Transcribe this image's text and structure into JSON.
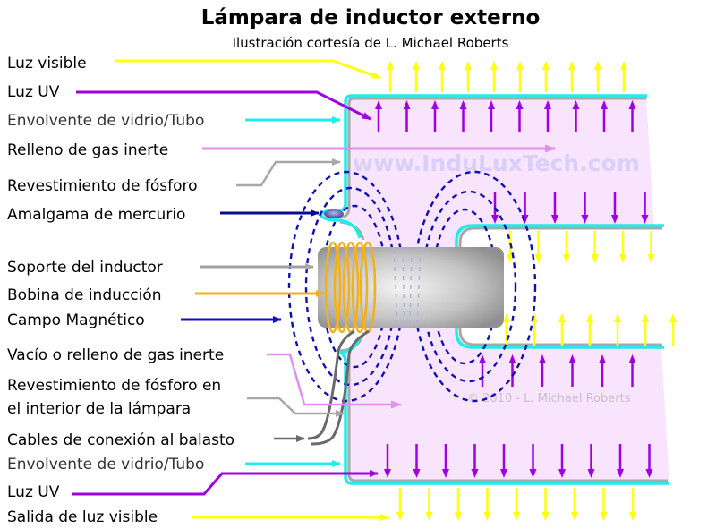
{
  "header": {
    "title": "Lámpara de inductor externo",
    "subtitle": "Ilustración cortesía de L. Michael Roberts"
  },
  "watermarks": {
    "website": "www.InduLuxTech.com",
    "copyright": "© 2010 - L. Michael Roberts"
  },
  "labels": [
    {
      "id": "visible-light",
      "text": "Luz visible",
      "color": "#ffff00"
    },
    {
      "id": "uv-light",
      "text": "Luz UV",
      "color": "#a000e0"
    },
    {
      "id": "glass-envelope",
      "text": "Envolvente de vidrio/Tubo",
      "color": "#20f0f0"
    },
    {
      "id": "inert-gas-fill",
      "text": "Relleno de gas inerte",
      "color": "#e090f0"
    },
    {
      "id": "phosphor-coating",
      "text": "Revestimiento de fósforo",
      "color": "#b0b0b0"
    },
    {
      "id": "mercury-amalgam",
      "text": "Amalgama de mercurio",
      "color": "#0a0a90"
    },
    {
      "id": "inductor-support",
      "text": "Soporte del inductor",
      "color": "#a0a0a0"
    },
    {
      "id": "induction-coil",
      "text": "Bobina de inducción",
      "color": "#f0b020"
    },
    {
      "id": "magnetic-field",
      "text": "Campo Magnético",
      "color": "#1010c0"
    },
    {
      "id": "vacuum-or-gas",
      "text": "Vacío o relleno de gas inerte",
      "color": "#e090f0"
    },
    {
      "id": "inner-phosphor-line1",
      "text": "Revestimiento de fósforo en",
      "color": "#b0b0b0"
    },
    {
      "id": "inner-phosphor-line2",
      "text": "el interior de la lámpara",
      "color": "#b0b0b0"
    },
    {
      "id": "ballast-cables",
      "text": "Cables de conexión al balasto",
      "color": "#707070"
    },
    {
      "id": "glass-envelope-2",
      "text": "Envolvente de vidrio/Tubo",
      "color": "#20f0f0"
    },
    {
      "id": "uv-light-2",
      "text": "Luz UV",
      "color": "#a000e0"
    },
    {
      "id": "visible-light-output",
      "text": "Salida de luz visible",
      "color": "#ffff00"
    }
  ],
  "colors": {
    "tube_fill": "#f8e4fc",
    "glass": "#20ecec",
    "phosphor": "#a8a8a8",
    "uv": "#a000e0",
    "visible": "#ffff10",
    "field": "#1010b0",
    "coil": "#f0b020",
    "cable": "#6a6a6a"
  }
}
